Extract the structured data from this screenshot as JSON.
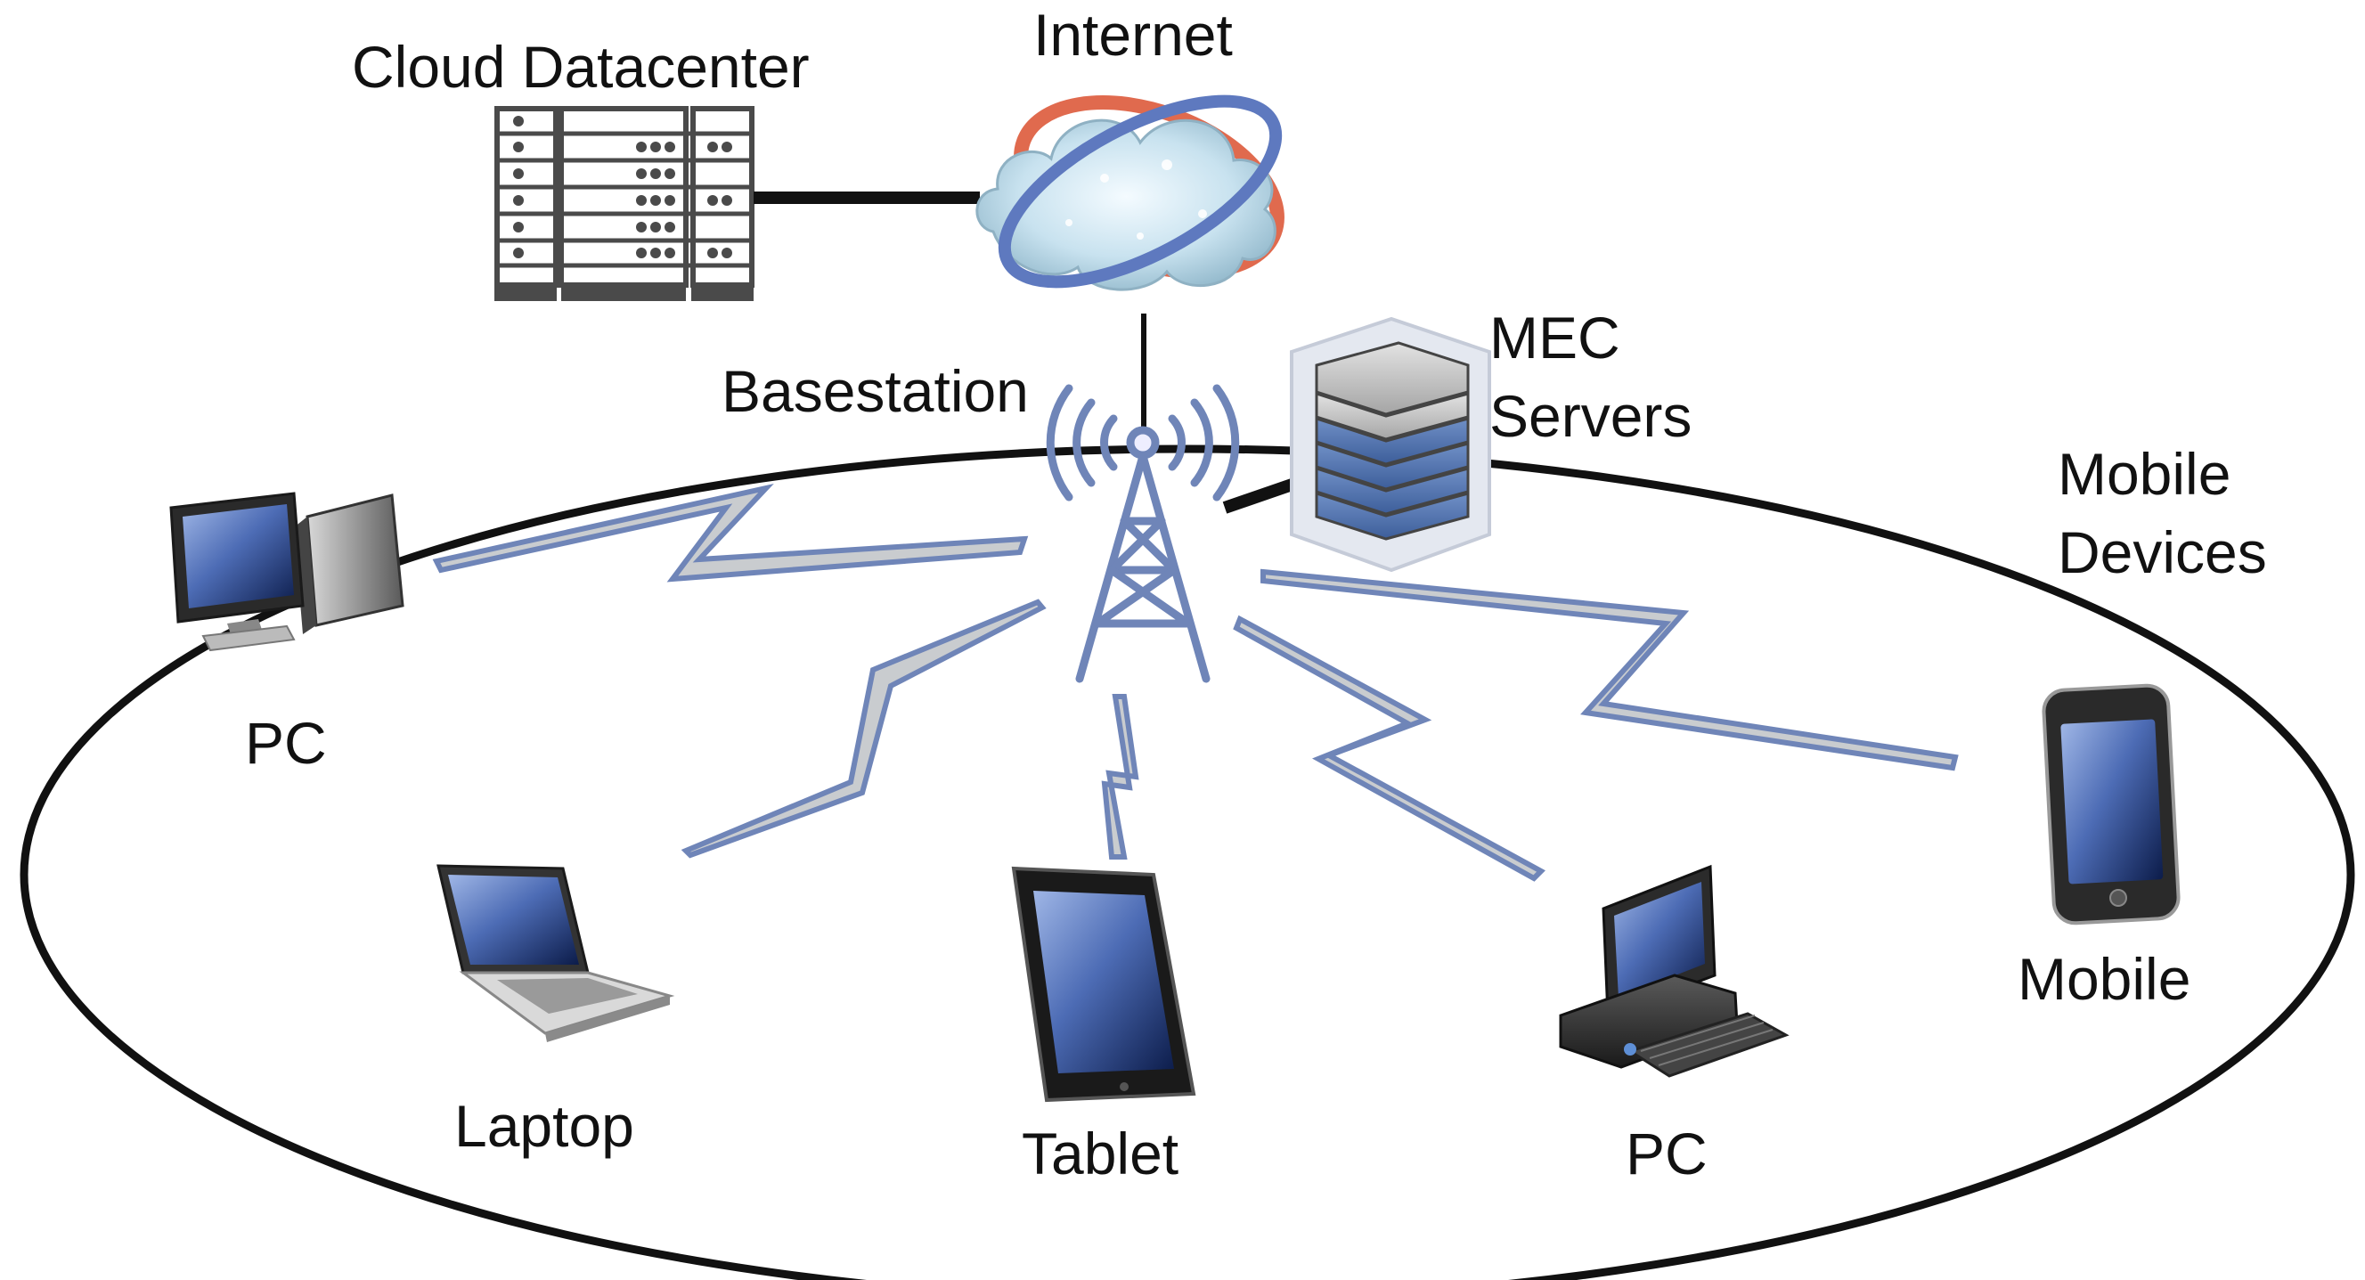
{
  "labels": {
    "cloud_datacenter": "Cloud Datacenter",
    "internet": "Internet",
    "basestation": "Basestation",
    "mec_line1": "MEC",
    "mec_line2": "Servers",
    "mobile_devices_line1": "Mobile",
    "mobile_devices_line2": "Devices",
    "pc_left": "PC",
    "laptop": "Laptop",
    "tablet": "Tablet",
    "pc_right": "PC",
    "mobile": "Mobile"
  },
  "colors": {
    "link_outline": "#6f85b8",
    "link_fill": "#c9cccf",
    "tower": "#6f85b8",
    "rack": "#4a4a4a",
    "boundary": "#111111"
  }
}
